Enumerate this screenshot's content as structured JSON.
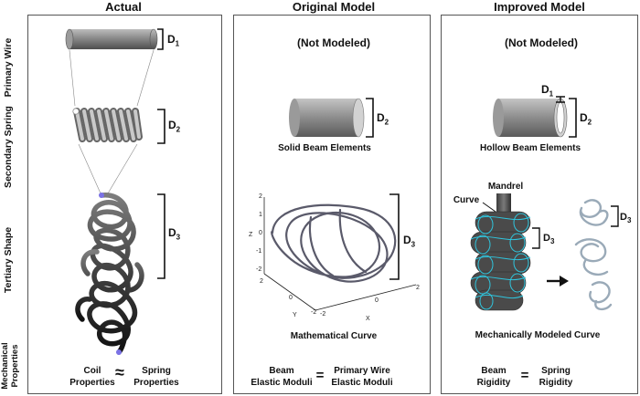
{
  "headers": {
    "actual": "Actual",
    "original": "Original Model",
    "improved": "Improved Model"
  },
  "row_labels": {
    "primary_wire": "Primary Wire",
    "secondary_spring": "Secondary Spring",
    "tertiary_shape": "Tertiary Shape",
    "mechanical_properties": "Mechanical Properties"
  },
  "dims": {
    "d1": "D",
    "d1_sub": "1",
    "d2": "D",
    "d2_sub": "2",
    "d3": "D",
    "d3_sub": "3"
  },
  "original": {
    "not_modeled": "(Not Modeled)",
    "beam_caption": "Solid Beam Elements",
    "curve_caption": "Mathematical Curve",
    "axis_z": "Z",
    "axis_y": "Y",
    "axis_x": "X",
    "z_ticks": [
      "2",
      "1",
      "0",
      "-1",
      "-2"
    ],
    "y_ticks": [
      "2",
      "0",
      "-2"
    ],
    "x_ticks": [
      "-2",
      "0",
      "2"
    ],
    "eq_left": "Beam\nElastic Moduli",
    "eq_symbol": "=",
    "eq_right": "Primary Wire\nElastic Moduli"
  },
  "improved": {
    "not_modeled": "(Not Modeled)",
    "beam_caption": "Hollow Beam Elements",
    "mandrel_label": "Mandrel",
    "curve_label": "Curve",
    "curve_caption": "Mechanically Modeled Curve",
    "eq_left": "Beam\nRigidity",
    "eq_symbol": "=",
    "eq_right": "Spring\nRigidity"
  },
  "actual": {
    "eq_left": "Coil\nProperties",
    "eq_symbol": "≈",
    "eq_right": "Spring\nProperties"
  },
  "colors": {
    "border": "#555555",
    "wire": "#8a8a8a",
    "helix": "#22bcd6",
    "tip": "#7b72e6"
  }
}
